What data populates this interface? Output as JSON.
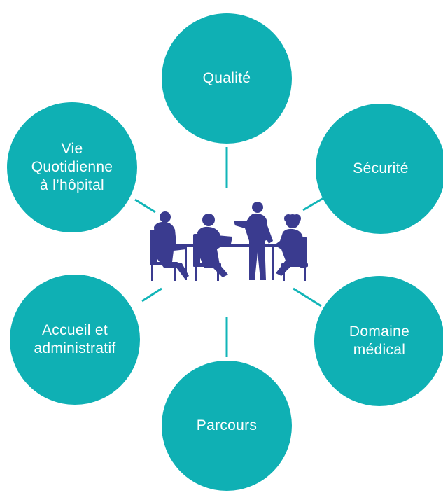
{
  "colors": {
    "circle": "#0fb0b4",
    "connector": "#12b5b8",
    "people": "#3a3b8f",
    "background": "#ffffff"
  },
  "center": {
    "icon": "meeting-people-icon"
  },
  "nodes": [
    {
      "id": "qualite",
      "label": "Qualité"
    },
    {
      "id": "securite",
      "label": "Sécurité"
    },
    {
      "id": "domaine-medical",
      "label": "Domaine\nmédical"
    },
    {
      "id": "parcours",
      "label": "Parcours"
    },
    {
      "id": "accueil",
      "label": "Accueil et\nadministratif"
    },
    {
      "id": "vie-quotidienne",
      "label": "Vie\nQuotidienne\nà l’hôpital"
    }
  ]
}
